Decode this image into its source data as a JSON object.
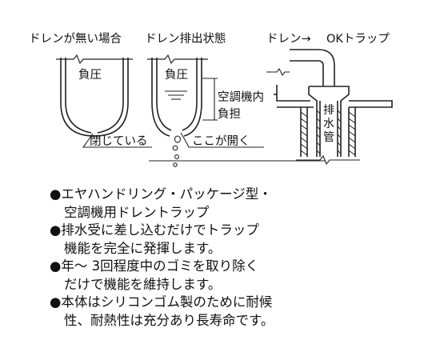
{
  "diagram": {
    "no_drain": {
      "caption": "ドレンが無い場合",
      "pressure_label": "負圧",
      "closed_label": "閉じている"
    },
    "draining": {
      "caption": "ドレン排出状態",
      "pressure_label": "負圧",
      "load_label_line1": "空調機内",
      "load_label_line2": "負担",
      "opens_label": "ここが開く"
    },
    "installed": {
      "drain_label": "ドレン→",
      "trap_label": "OKトラップ",
      "pipe_label_1": "排",
      "pipe_label_2": "水",
      "pipe_label_3": "管"
    }
  },
  "bullets": [
    {
      "lines": [
        "●エヤハンドリング・パッケージ型・",
        "空調機用ドレントラップ"
      ]
    },
    {
      "lines": [
        "●排水受に差し込むだけでトラップ",
        "機能を完全に発揮します。"
      ]
    },
    {
      "lines": [
        "●年～ 3回程度中のゴミを取り除く",
        "だけで機能を維持します。"
      ]
    },
    {
      "lines": [
        "●本体はシリコンゴム製のために耐候",
        "性、耐熱性は充分あり長寿命です。"
      ]
    }
  ]
}
